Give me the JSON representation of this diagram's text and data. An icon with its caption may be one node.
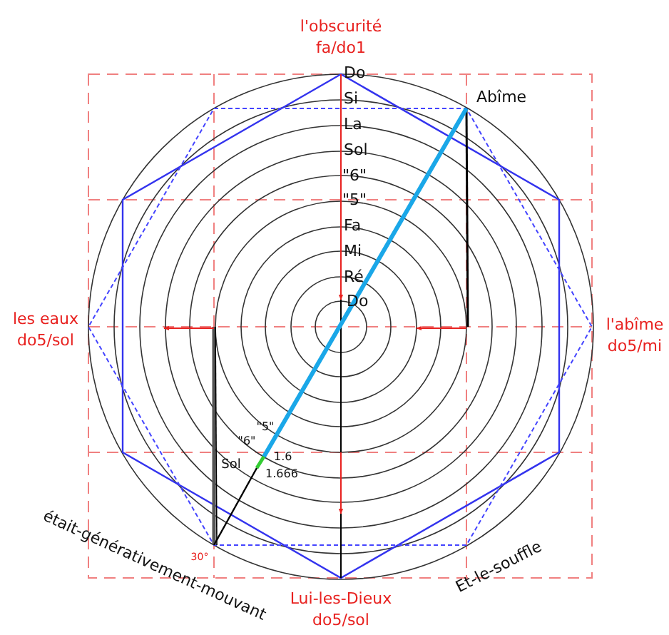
{
  "diagram": {
    "labels": [
      "l'obscurité fa/do1",
      "Do",
      "Abîme",
      "Si",
      "La",
      "Sol",
      "\"6\"",
      "\"5\"",
      "Fa",
      "Mi",
      "Ré",
      "Do",
      "les eaux do5/sol",
      "l'abîme do5/mi",
      "\"5\"",
      "\"6\"",
      "1.6",
      "Sol",
      "1.666",
      "était-générativement-mouvant",
      "30°",
      "Et-le-souffle",
      "Lui-les-Dieux do5/sol"
    ]
  }
}
